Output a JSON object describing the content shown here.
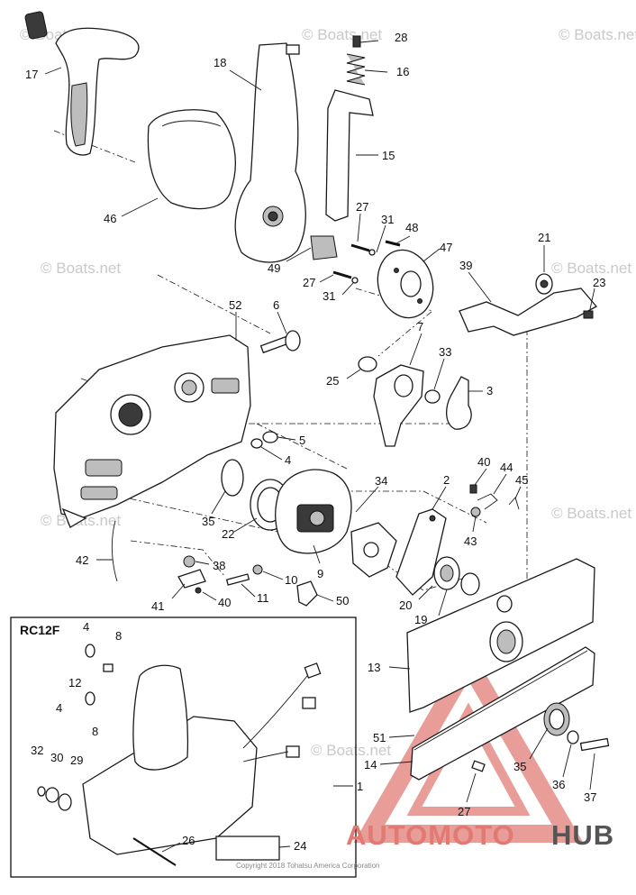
{
  "diagram": {
    "inset_title": "RC12F",
    "copyright": "Copyright 2018 Tohatsu America Corporation",
    "watermark": "© Boats.net",
    "brand": {
      "part1": "AUTOMOTO",
      "part2": "HUB",
      "color1": "#e07a73",
      "color2": "#555555"
    },
    "callouts": [
      "17",
      "18",
      "28",
      "16",
      "15",
      "46",
      "27",
      "31",
      "48",
      "49",
      "47",
      "27",
      "31",
      "21",
      "39",
      "23",
      "52",
      "6",
      "7",
      "33",
      "25",
      "3",
      "5",
      "4",
      "34",
      "2",
      "40",
      "44",
      "45",
      "43",
      "35",
      "22",
      "38",
      "10",
      "9",
      "42",
      "41",
      "40",
      "11",
      "50",
      "20",
      "19",
      "13",
      "51",
      "14",
      "35",
      "36",
      "37",
      "27",
      "1",
      "26",
      "24"
    ],
    "inset_callouts": [
      "4",
      "8",
      "12",
      "4",
      "8",
      "32",
      "30",
      "29"
    ]
  }
}
